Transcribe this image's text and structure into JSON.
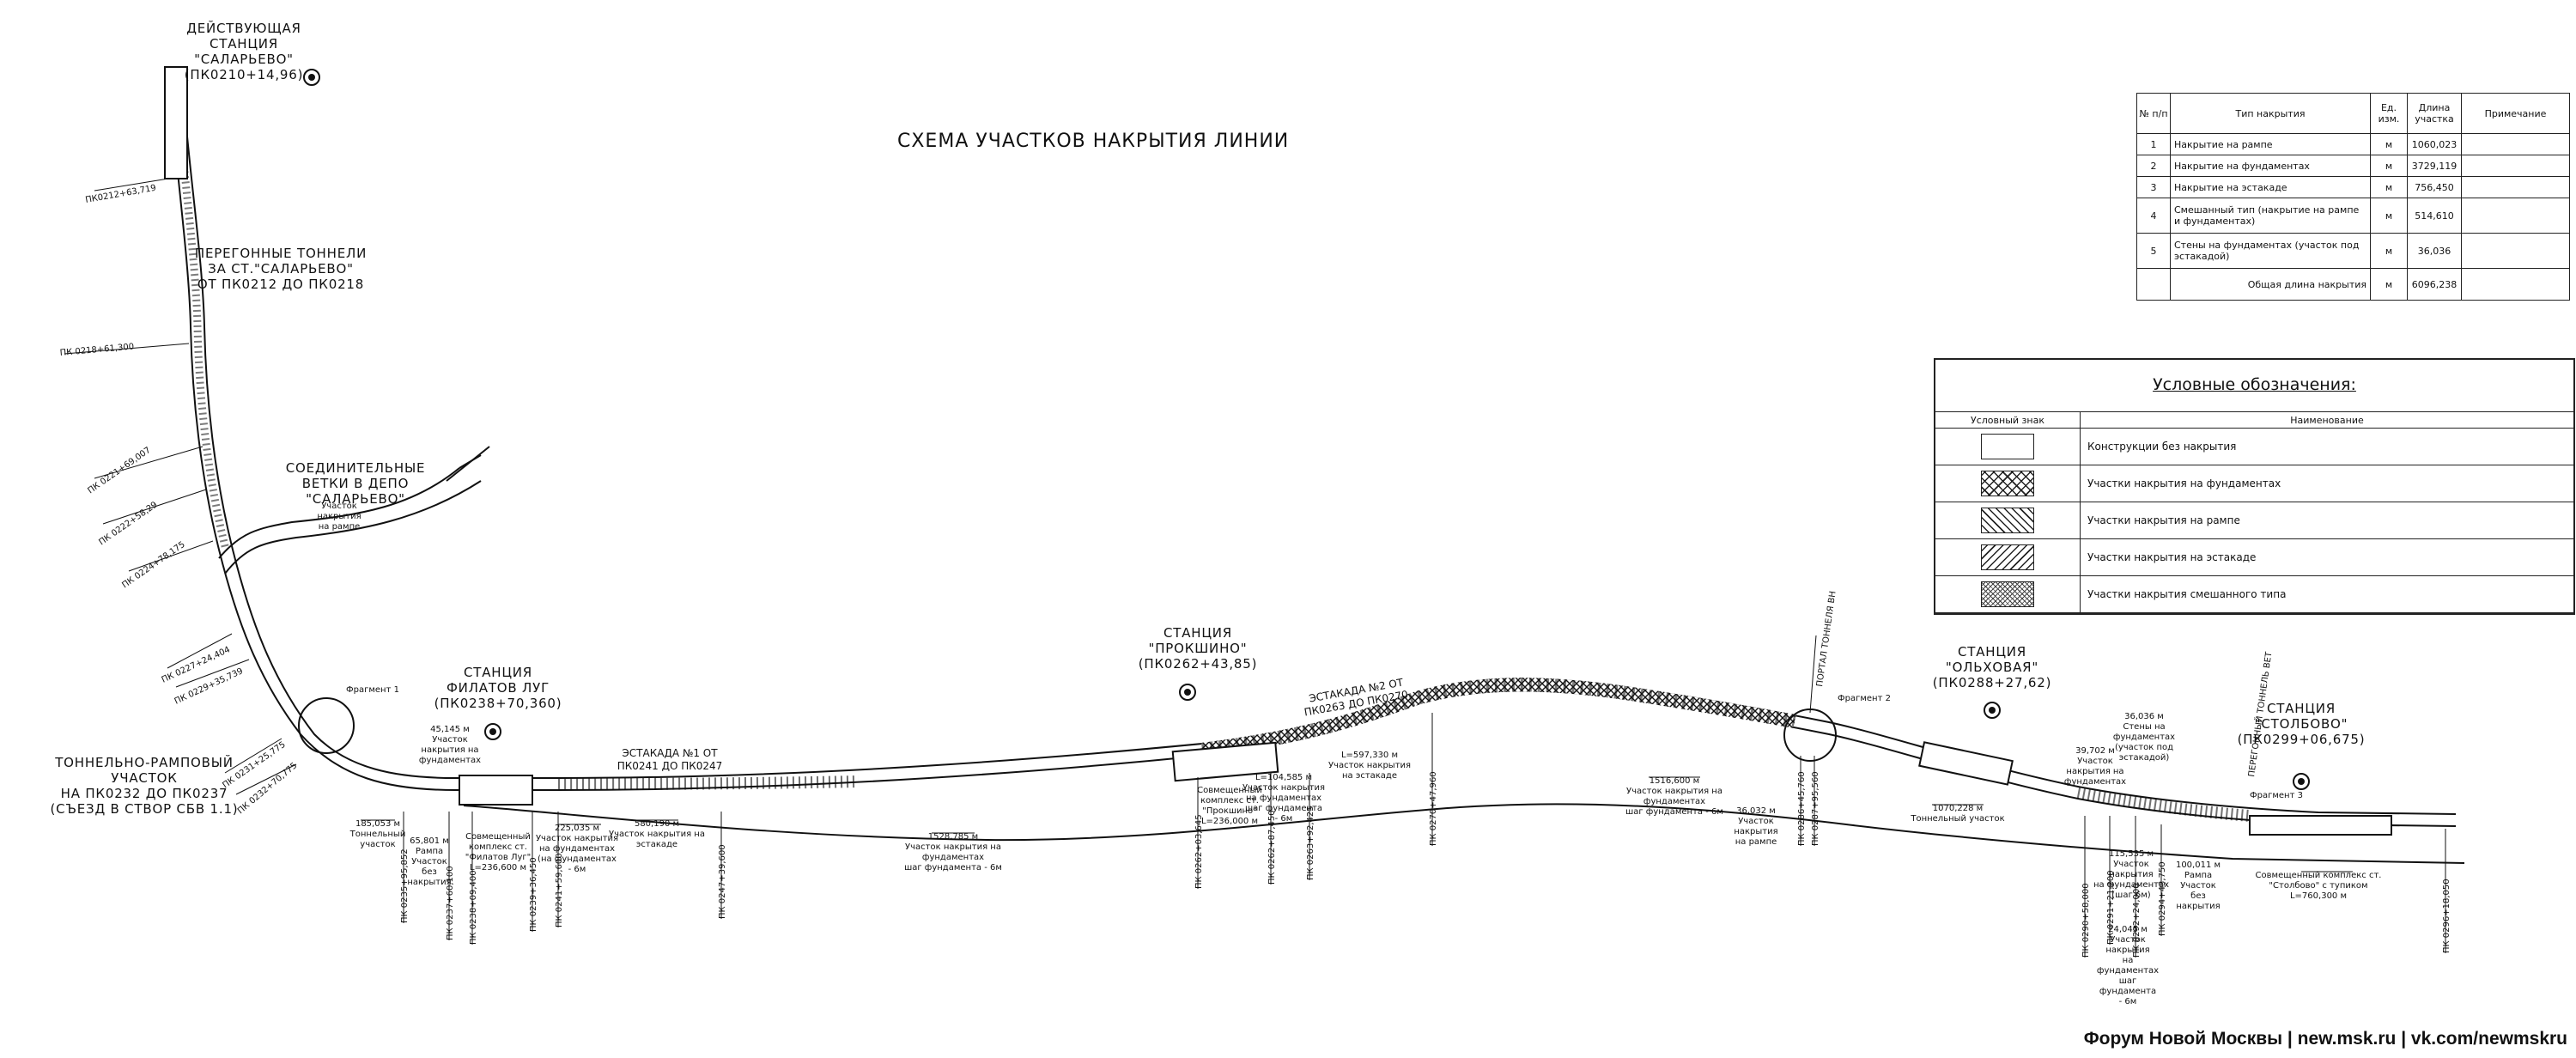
{
  "title": "СХЕМА УЧАСТКОВ НАКРЫТИЯ ЛИНИИ",
  "stations": {
    "salarevo": [
      "ДЕЙСТВУЮЩАЯ",
      "СТАНЦИЯ",
      "\"САЛАРЬЕВО\"",
      "(ПК0210+14,96)"
    ],
    "filatov": [
      "СТАНЦИЯ",
      "ФИЛАТОВ ЛУГ",
      "(ПК0238+70,360)"
    ],
    "prokshino": [
      "СТАНЦИЯ",
      "\"ПРОКШИНО\"",
      "(ПК0262+43,85)"
    ],
    "olkhovaya": [
      "СТАНЦИЯ",
      "\"ОЛЬХОВАЯ\"",
      "(ПК0288+27,62)"
    ],
    "stolbovo": [
      "СТАНЦИЯ",
      "\"СТОЛБОВО\"",
      "(ПК0299+06,675)"
    ]
  },
  "annotations": {
    "tunnels": [
      "ПЕРЕГОННЫЕ ТОННЕЛИ",
      "ЗА СТ.\"САЛАРЬЕВО\"",
      "ОТ ПК0212 ДО ПК0218"
    ],
    "depot": [
      "СОЕДИНИТЕЛЬНЫЕ",
      "ВЕТКИ В ДЕПО",
      "\"САЛАРЬЕВО\""
    ],
    "ramp": [
      "ТОННЕЛЬНО-РАМПОВЫЙ",
      "УЧАСТОК",
      "НА ПК0232 ДО ПК0237",
      "(СЪЕЗД В СТВОР СБВ 1.1)"
    ],
    "estakada1": [
      "ЭСТАКАДА №1 ОТ",
      "ПК0241 ДО ПК0247"
    ],
    "estakada2": [
      "ЭСТАКАДА №2 ОТ",
      "ПК0263 ДО ПК0270"
    ],
    "fragment1": "Фрагмент 1",
    "fragment2": "Фрагмент 2",
    "fragment3": "Фрагмент 3",
    "portal": "ПОРТАЛ ТОННЕЛЯ ВН",
    "tunnel_track": "ПЕРЕГОННЫЙ ТОННЕЛЬ ВЕТ"
  },
  "pk_labels_left": [
    "ПК0212+63,719",
    "ПК 0218+61,300",
    "ПК 0221+69,007",
    "ПК 0222+58,29",
    "ПК 0224+78,175",
    "ПК 0227+24,404",
    "ПК 0229+35,739",
    "ПК 0231+25,775",
    "ПК 0232+70,775"
  ],
  "pk_labels_bottom": [
    "ПК 0235+95,852",
    "ПК 0237+60,100",
    "ПК 0238+09,400",
    "ПК 0239+36,450",
    "ПК 0241+59,600",
    "ПК 0247+39,600",
    "ПК 0262+03,645",
    "ПК 0262+87,450",
    "ПК 0263+92,425",
    "ПК 0270+47,960",
    "ПК 0286+45,760",
    "ПК 0287+95,560",
    "ПК 0290+58,000",
    "ПК 0291+21,200",
    "ПК 0292+24,000",
    "ПК 0294+43,750",
    "ПК 0296+18,050"
  ],
  "segment_notes": [
    [
      "185,053 м",
      "Тоннельный",
      "участок"
    ],
    [
      "65,801 м",
      "Рампа",
      "Участок",
      "без",
      "накрытия"
    ],
    [
      "45,145 м",
      "Участок",
      "накрытия на",
      "фундаментах"
    ],
    [
      "Совмещенный",
      "комплекс ст.",
      "\"Филатов Луг\"",
      "L=236,600 м"
    ],
    [
      "225,035 м",
      "Участок накрытия",
      "на фундаментах",
      "(на фундаментах",
      "- 6м"
    ],
    [
      "580,190 м",
      "Участок накрытия на",
      "эстакаде"
    ],
    [
      "1528,785 м",
      "Участок накрытия на",
      "фундаментах",
      "шаг фундамента - 6м"
    ],
    [
      "Совмещенный",
      "комплекс ст.",
      "\"Прокшино\"",
      "L=236,000 м"
    ],
    [
      "L=104,585 м",
      "Участок накрытия",
      "на фундаментах",
      "шаг фундамента",
      "- 6м"
    ],
    [
      "L=597,330 м",
      "Участок накрытия",
      "на эстакаде"
    ],
    [
      "1516,600 м",
      "Участок накрытия на",
      "фундаментах",
      "шаг фундамента - 6м"
    ],
    [
      "36,032 м",
      "Участок",
      "накрытия",
      "на рампе"
    ],
    [
      "1070,228 м",
      "Тоннельный участок"
    ],
    [
      "39,702 м",
      "Участок",
      "накрытия на",
      "фундаментах"
    ],
    [
      "36,036 м",
      "Стены на",
      "фундаментах",
      "(участок под",
      "эстакадой)"
    ],
    [
      "115,535 м",
      "Участок",
      "накрытия",
      "на фундаментах",
      "(шаг 6м)"
    ],
    [
      "24,045 м",
      "Участок",
      "накрытия",
      "на",
      "фундаментах",
      "шаг",
      "фундамента",
      "- 6м"
    ],
    [
      "100,011 м",
      "Рампа",
      "Участок",
      "без",
      "накрытия"
    ],
    [
      "Совмещенный комплекс ст.",
      "\"Столбово\" с тупиком",
      "L=760,300 м"
    ],
    [
      "Участок",
      "накрытия",
      "на рампе"
    ]
  ],
  "summary": {
    "headers": [
      "№ п/п",
      "Тип накрытия",
      "Ед. изм.",
      "Длина участка",
      "Примечание"
    ],
    "rows": [
      [
        "1",
        "Накрытие на рампе",
        "м",
        "1060,023",
        ""
      ],
      [
        "2",
        "Накрытие на фундаментах",
        "м",
        "3729,119",
        ""
      ],
      [
        "3",
        "Накрытие на эстакаде",
        "м",
        "756,450",
        ""
      ],
      [
        "4",
        "Смешанный тип (накрытие на рампе и фундаментах)",
        "м",
        "514,610",
        ""
      ],
      [
        "5",
        "Стены на фундаментах (участок под эстакадой)",
        "м",
        "36,036",
        ""
      ]
    ],
    "total": [
      "Общая длина накрытия",
      "м",
      "6096,238"
    ]
  },
  "legend": {
    "title": "Условные обозначения:",
    "headers": [
      "Условный знак",
      "Наименование"
    ],
    "items": [
      {
        "name": "Конструкции без накрытия",
        "swatch": "sw-none"
      },
      {
        "name": "Участки накрытия на фундаментах",
        "swatch": "sw-found"
      },
      {
        "name": "Участки накрытия на рампе",
        "swatch": "sw-frame"
      },
      {
        "name": "Участки накрытия на эстакаде",
        "swatch": "sw-estak"
      },
      {
        "name": "Участки накрытия смешанного типа",
        "swatch": "sw-mixed"
      }
    ]
  },
  "footer": "Форум Новой Москвы | new.msk.ru | vk.com/newmskru",
  "colors": {
    "ink": "#111111",
    "paper": "#ffffff"
  }
}
